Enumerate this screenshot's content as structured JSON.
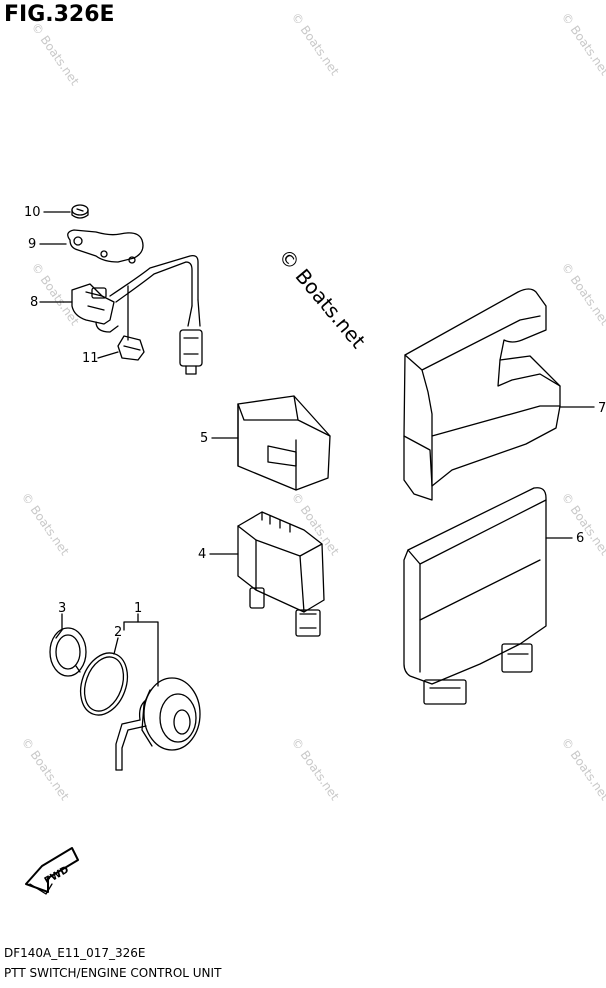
{
  "header": {
    "figure_title": "FIG.326E"
  },
  "footer": {
    "code": "DF140A_E11_017_326E",
    "caption": "PTT SWITCH/ENGINE CONTROL UNIT"
  },
  "watermark": {
    "main": "© Boats.net",
    "small": "© Boats.net"
  },
  "callouts": {
    "c1": "1",
    "c2": "2",
    "c3": "3",
    "c4": "4",
    "c5": "5",
    "c6": "6",
    "c7": "7",
    "c8": "8",
    "c9": "9",
    "c10": "10",
    "c11": "11"
  },
  "fwd_label": "FWD"
}
